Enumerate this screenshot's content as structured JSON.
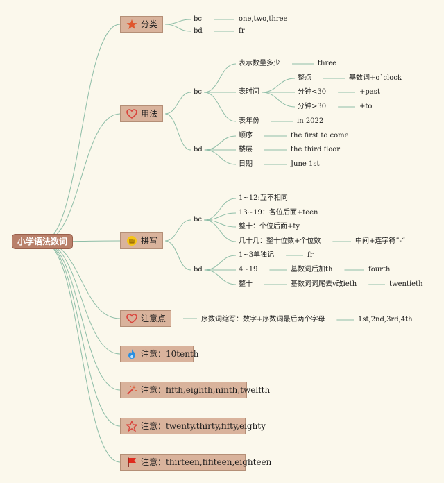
{
  "root": "小学语法数词",
  "topics": [
    {
      "id": "t1",
      "icon": "star-icon",
      "text": "分类",
      "children": [
        {
          "id": "t1a",
          "text": "bc",
          "children": [
            {
              "id": "t1a1",
              "text": "one,two,three"
            }
          ]
        },
        {
          "id": "t1b",
          "text": "bd",
          "children": [
            {
              "id": "t1b1",
              "text": "fr"
            }
          ]
        }
      ]
    },
    {
      "id": "t2",
      "icon": "heart-icon",
      "text": "用法",
      "children": [
        {
          "id": "t2a",
          "text": "bc",
          "children": [
            {
              "id": "t2a1",
              "text": "表示数量多少",
              "children": [
                {
                  "id": "t2a1a",
                  "text": "three"
                }
              ]
            },
            {
              "id": "t2a2",
              "text": "表时间",
              "children": [
                {
                  "id": "t2a2a",
                  "text": "整点",
                  "children": [
                    {
                      "id": "t2a2a1",
                      "text": "基数词+o`clock"
                    }
                  ]
                },
                {
                  "id": "t2a2b",
                  "text": "分钟<30",
                  "children": [
                    {
                      "id": "t2a2b1",
                      "text": "+past"
                    }
                  ]
                },
                {
                  "id": "t2a2c",
                  "text": "分钟>30",
                  "children": [
                    {
                      "id": "t2a2c1",
                      "text": "+to"
                    }
                  ]
                }
              ]
            },
            {
              "id": "t2a3",
              "text": "表年份",
              "children": [
                {
                  "id": "t2a3a",
                  "text": "in 2022"
                }
              ]
            }
          ]
        },
        {
          "id": "t2b",
          "text": "bd",
          "children": [
            {
              "id": "t2b1",
              "text": "顺序",
              "children": [
                {
                  "id": "t2b1a",
                  "text": "the first to come"
                }
              ]
            },
            {
              "id": "t2b2",
              "text": "楼层",
              "children": [
                {
                  "id": "t2b2a",
                  "text": "the third floor"
                }
              ]
            },
            {
              "id": "t2b3",
              "text": "日期",
              "children": [
                {
                  "id": "t2b3a",
                  "text": "June 1st"
                }
              ]
            }
          ]
        }
      ]
    },
    {
      "id": "t3",
      "icon": "hand-icon",
      "text": "拼写",
      "children": [
        {
          "id": "t3a",
          "text": "bc",
          "children": [
            {
              "id": "t3a1",
              "text": "1~12:互不相同"
            },
            {
              "id": "t3a2",
              "text": "13~19：各位后面+teen"
            },
            {
              "id": "t3a3",
              "text": "整十：个位后面+ty"
            },
            {
              "id": "t3a4",
              "text": "几十几：整十位数+个位数",
              "children": [
                {
                  "id": "t3a4a",
                  "text": "中间+连字符”-“"
                }
              ]
            }
          ]
        },
        {
          "id": "t3b",
          "text": "bd",
          "children": [
            {
              "id": "t3b1",
              "text": "1~3单独记",
              "children": [
                {
                  "id": "t3b1a",
                  "text": "fr"
                }
              ]
            },
            {
              "id": "t3b2",
              "text": "4~19",
              "children": [
                {
                  "id": "t3b2a",
                  "text": "基数词后加th",
                  "children": [
                    {
                      "id": "t3b2a1",
                      "text": "fourth"
                    }
                  ]
                }
              ]
            },
            {
              "id": "t3b3",
              "text": "整十",
              "children": [
                {
                  "id": "t3b3a",
                  "text": "基数词词尾去y改ieth",
                  "children": [
                    {
                      "id": "t3b3a1",
                      "text": "twentieth"
                    }
                  ]
                }
              ]
            }
          ]
        }
      ]
    },
    {
      "id": "t4",
      "icon": "heart-icon",
      "text": "注意点",
      "children": [
        {
          "id": "t4a",
          "text": "序数词缩写：数字+序数词最后两个字母",
          "children": [
            {
              "id": "t4a1",
              "text": "1st,2nd,3rd,4th"
            }
          ]
        }
      ]
    },
    {
      "id": "t5",
      "icon": "flame-icon",
      "text": "注意：10tenth"
    },
    {
      "id": "t6",
      "icon": "magic-wand-icon",
      "text": "注意：fifth,eighth,ninth,twelfth"
    },
    {
      "id": "t7",
      "icon": "star-outline-icon",
      "text": "注意：twenty.thirty,fifty,eighty"
    },
    {
      "id": "t8",
      "icon": "flag-icon",
      "text": "注意：thirteen,fifiteen,eighteen"
    }
  ],
  "colors": {
    "background": "#fbf8ec",
    "connector": "#8fbea8",
    "root_fill": "#b9806a",
    "topic_fill": "#d9b39c",
    "star": "#e0562e",
    "heart": "#d9453d",
    "hand": "#f5c518",
    "flame": "#2a8fe0",
    "flag": "#e02b1e"
  }
}
